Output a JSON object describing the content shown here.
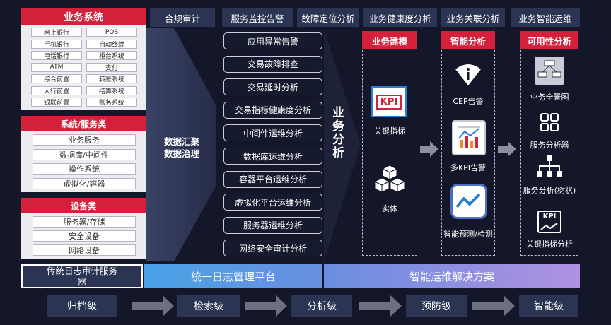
{
  "left": {
    "business_systems": {
      "title": "业务系统",
      "items": [
        "网上银行",
        "POS",
        "手机银行",
        "自动终端",
        "电话银行",
        "柜台系统",
        "ATM",
        "支付",
        "综合前置",
        "转账系统",
        "人行前置",
        "结算系统",
        "银联前置",
        "账务系统"
      ]
    },
    "system_services": {
      "title": "系统/服务类",
      "items": [
        "业务服务",
        "数据库/中间件",
        "操作系统",
        "虚拟化/容器"
      ]
    },
    "devices": {
      "title": "设备类",
      "items": [
        "服务器/存储",
        "安全设备",
        "网络设备"
      ]
    },
    "data_processing": [
      "数据汇聚",
      "数据治理"
    ]
  },
  "top_headers": [
    "合规审计",
    "服务监控告警",
    "故障定位分析",
    "业务健康度分析",
    "业务关联分析",
    "业务智能运维"
  ],
  "middle_items": [
    "应用异常告警",
    "交易故障排查",
    "交易延时分析",
    "交易指标健康度分析",
    "中间件运维分析",
    "数据库运维分析",
    "容器平台运维分析",
    "虚拟化平台运维分析",
    "服务器运维分析",
    "网络安全审计分析"
  ],
  "business_analysis": "业务分析",
  "panels": {
    "modeling": {
      "title": "业务建模",
      "items": [
        {
          "icon": "kpi-card-icon",
          "label": "关键指标"
        },
        {
          "icon": "entity-cubes-icon",
          "label": "实体"
        }
      ]
    },
    "intelligent": {
      "title": "智能分析",
      "items": [
        {
          "icon": "cep-alert-icon",
          "label": "CEP告警"
        },
        {
          "icon": "multi-kpi-chart-icon",
          "label": "多KPI告警"
        },
        {
          "icon": "prediction-icon",
          "label": "智能预测/检测"
        }
      ]
    },
    "availability": {
      "title": "可用性分析",
      "items": [
        {
          "icon": "business-overview-icon",
          "label": "业务全景图"
        },
        {
          "icon": "service-analyzer-icon",
          "label": "服务分析器"
        },
        {
          "icon": "tree-icon",
          "label": "服务分析(树状)"
        },
        {
          "icon": "kpi-trend-icon",
          "label": "关键指标分析"
        }
      ]
    }
  },
  "bottom": {
    "traditional": "传统日志审计服务器",
    "unified": "统一日志管理平台",
    "solution": "智能运维解决方案"
  },
  "levels": [
    "归档级",
    "检索级",
    "分析级",
    "预防级",
    "智能级"
  ]
}
